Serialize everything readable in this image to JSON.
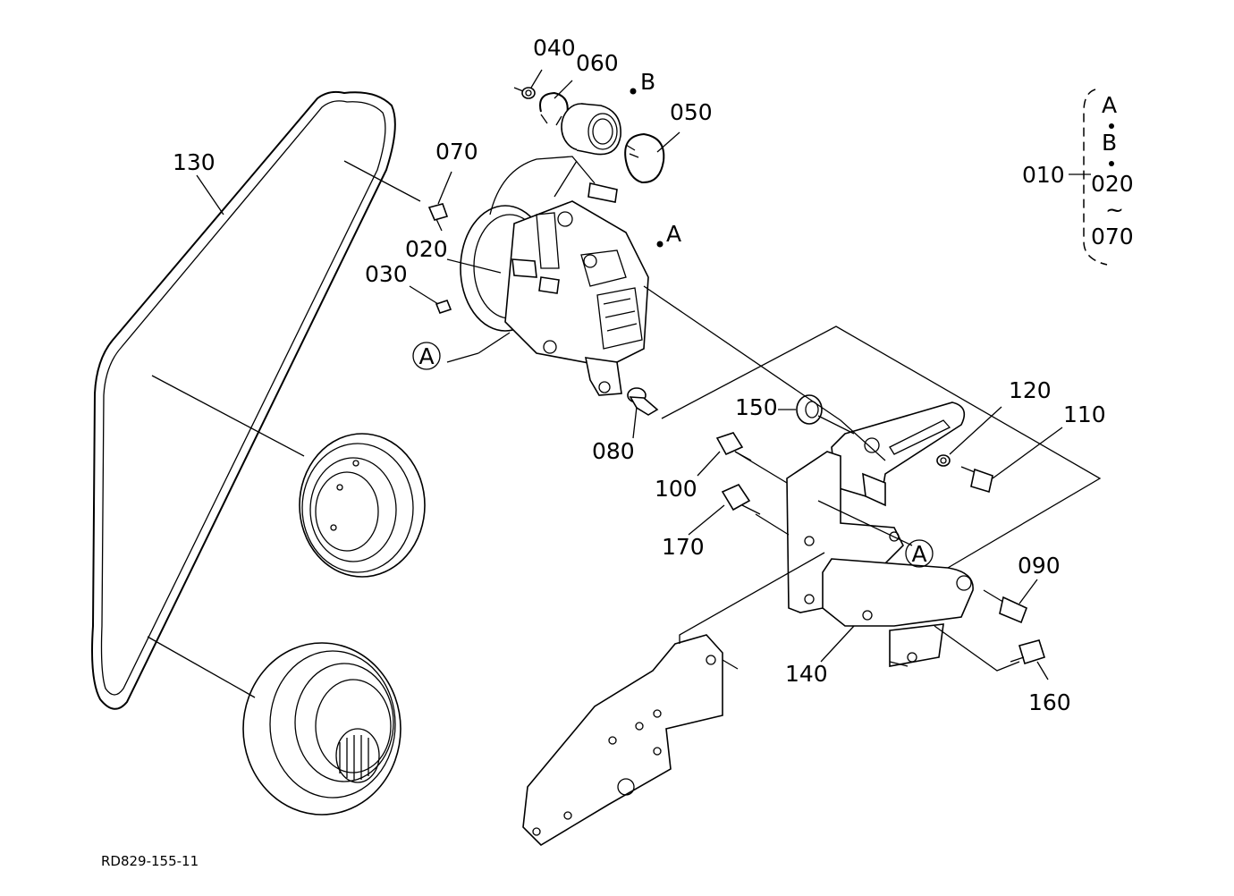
{
  "colors": {
    "ink": "#000000",
    "background": "#ffffff"
  },
  "callouts": [
    {
      "id": "p040",
      "text": "040"
    },
    {
      "id": "p060",
      "text": "060"
    },
    {
      "id": "p050",
      "text": "050"
    },
    {
      "id": "p070",
      "text": "070"
    },
    {
      "id": "p130",
      "text": "130"
    },
    {
      "id": "p020",
      "text": "020"
    },
    {
      "id": "p030",
      "text": "030"
    },
    {
      "id": "p080",
      "text": "080"
    },
    {
      "id": "p150",
      "text": "150"
    },
    {
      "id": "p120",
      "text": "120"
    },
    {
      "id": "p110",
      "text": "110"
    },
    {
      "id": "p100",
      "text": "100"
    },
    {
      "id": "p170",
      "text": "170"
    },
    {
      "id": "p090",
      "text": "090"
    },
    {
      "id": "p140",
      "text": "140"
    },
    {
      "id": "p160",
      "text": "160"
    }
  ],
  "markers": {
    "a": "A",
    "b": "B"
  },
  "circled_refs": [
    {
      "text": "A"
    },
    {
      "text": "A"
    }
  ],
  "assembly_group": {
    "parent": "010",
    "items": [
      "A",
      "B",
      "020",
      "~",
      "070"
    ]
  },
  "footer": {
    "drawing_number": "RD829-155-11"
  }
}
